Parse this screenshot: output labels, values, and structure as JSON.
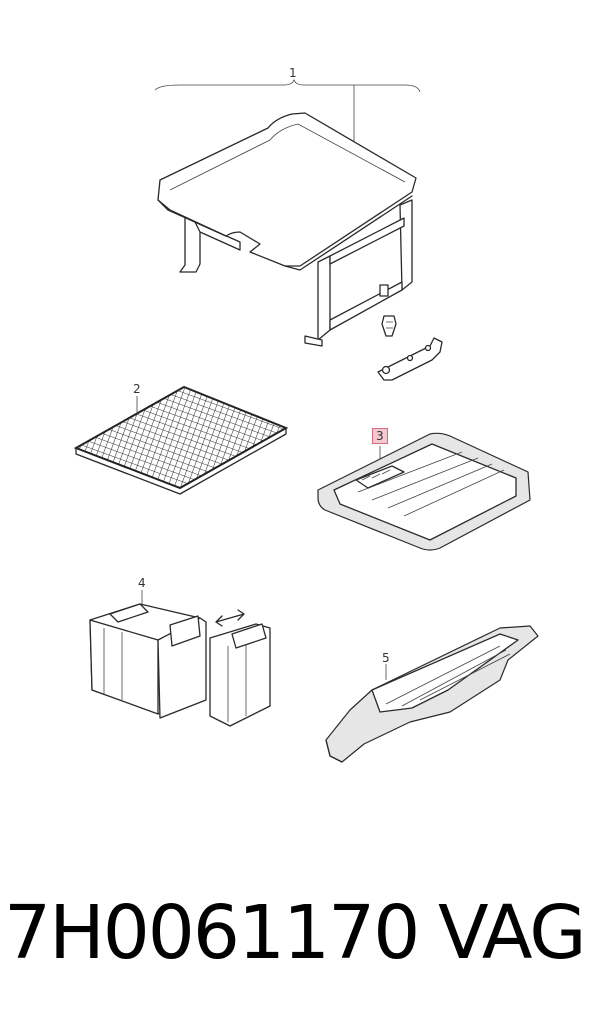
{
  "callouts": [
    {
      "id": "1",
      "label": "1",
      "highlighted": false
    },
    {
      "id": "2",
      "label": "2",
      "highlighted": false
    },
    {
      "id": "3",
      "label": "3",
      "highlighted": true
    },
    {
      "id": "4",
      "label": "4",
      "highlighted": false
    },
    {
      "id": "5",
      "label": "5",
      "highlighted": false
    }
  ],
  "footer": {
    "part_number": "7H0061170",
    "brand": "VAG"
  },
  "colors": {
    "highlight_fill": "#f4c9cf",
    "highlight_border": "#d26a78",
    "line": "#2a2a2a"
  }
}
